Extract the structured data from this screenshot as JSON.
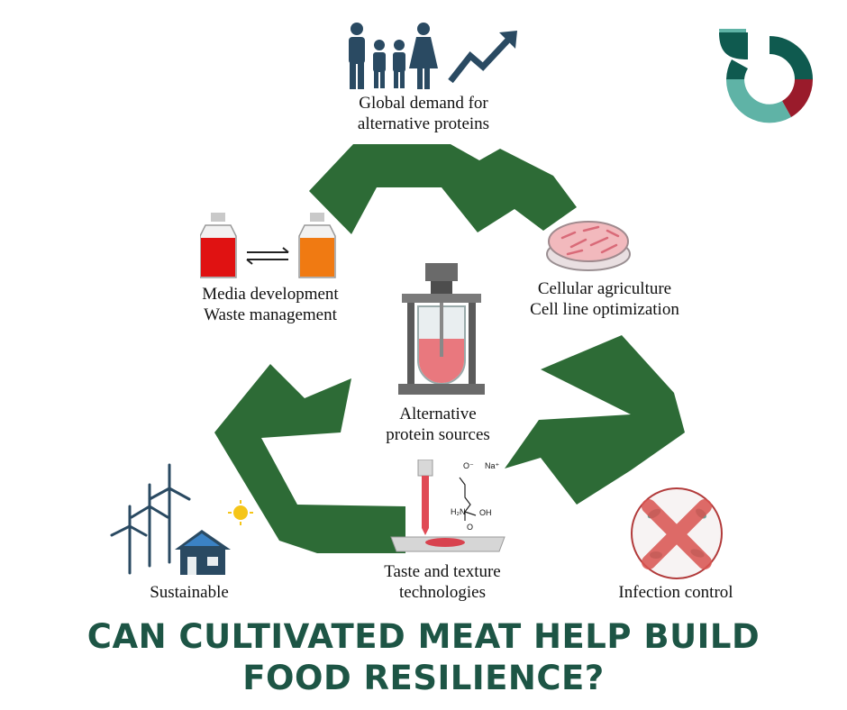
{
  "labels": {
    "global_demand": [
      "Global demand for",
      "alternative proteins"
    ],
    "cellular_agriculture": [
      "Cellular agriculture",
      "Cell line optimization"
    ],
    "media_development": [
      "Media development",
      "Waste management"
    ],
    "alternative_sources": [
      "Alternative",
      "protein sources"
    ],
    "taste_texture": [
      "Taste and texture",
      "technologies"
    ],
    "sustainable": "Sustainable",
    "infection_control": "Infection control"
  },
  "molecule": {
    "carboxylate": "O⁻",
    "sodium": "Na⁺",
    "amine": "H₂N",
    "acid_o": "O",
    "acid_oh": "OH"
  },
  "headline": {
    "line1": "CAN CULTIVATED MEAT HELP BUILD",
    "line2": "FOOD RESILIENCE?"
  },
  "colors": {
    "arrow_green": "#2d6b36",
    "headline_teal": "#1d5545",
    "logo_dark": "#0f5a4f",
    "logo_light": "#5fb3a6",
    "logo_red": "#9a1b2b"
  },
  "icons": [
    "family-icon",
    "growth-arrow-icon",
    "logo-icon",
    "petri-dish-icon",
    "media-bottles-icon",
    "bioreactor-icon",
    "3d-printer-icon",
    "wind-turbines-icon",
    "solar-house-icon",
    "sun-icon",
    "no-bacteria-icon"
  ]
}
